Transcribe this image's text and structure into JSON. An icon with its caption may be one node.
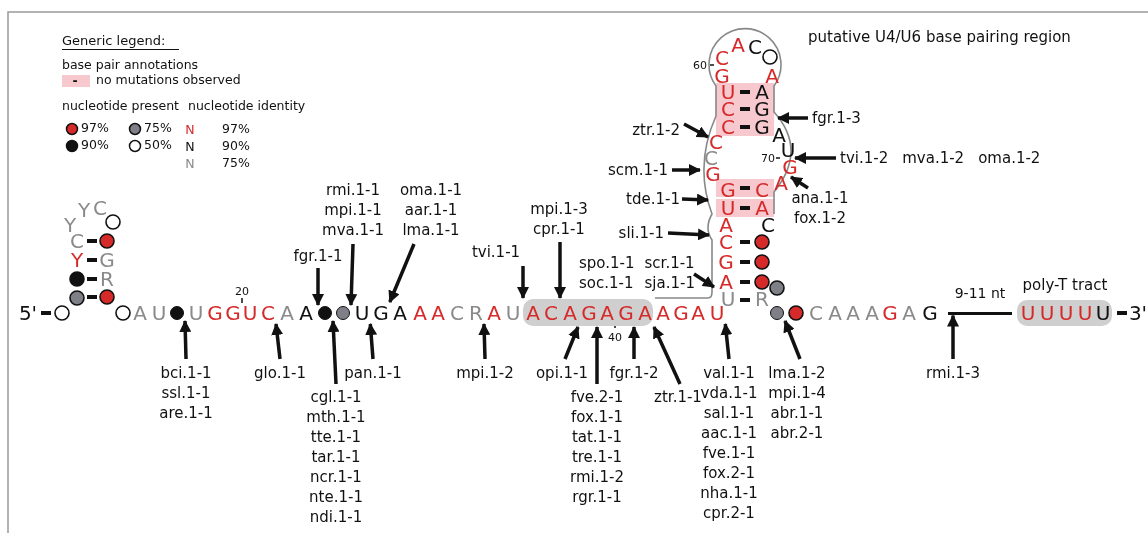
{
  "diagram": {
    "nodes": [
      {
        "text": [
          "A",
          "C",
          "C",
          "G",
          "A",
          "U",
          "A",
          "C",
          "G",
          "C",
          "G",
          "A",
          "C",
          "U",
          "C",
          "G",
          "G",
          "A",
          "G",
          "C",
          "U",
          "A",
          "A",
          "C",
          "C",
          "G",
          "A",
          "U",
          "R",
          "60",
          "70"
        ],
        "beside": [
          "putative U4/U6 base pairing region"
        ]
      },
      {
        "text": [
          "A",
          "C",
          "A",
          "G",
          "A",
          "G",
          "A"
        ]
      },
      {
        "text": [
          "poly-T tract",
          "U",
          "U",
          "U",
          "U",
          "U"
        ]
      },
      {
        "text": [
          "fgr.1-3"
        ]
      },
      {
        "text": [
          "ztr.1-2"
        ]
      },
      {
        "text": [
          "tvi.1-2",
          "mva.1-2",
          "oma.1-2"
        ]
      },
      {
        "text": [
          "scm.1-1"
        ]
      },
      {
        "text": [
          "rmi.1-1",
          "mpi.1-1",
          "mva.1-1"
        ]
      },
      {
        "text": [
          "oma.1-1",
          "aar.1-1",
          "lma.1-1"
        ]
      },
      {
        "text": [
          "tde.1-1"
        ]
      },
      {
        "text": [
          "ana.1-1",
          "fox.1-2"
        ]
      },
      {
        "text": [
          "mpi.1-3",
          "cpr.1-1"
        ]
      },
      {
        "text": [
          "sli.1-1"
        ]
      },
      {
        "text": [
          "fgr.1-1"
        ]
      },
      {
        "text": [
          "tvi.1-1"
        ]
      },
      {
        "text": [
          "spo.1-1",
          "scr.1-1",
          "soc.1-1",
          "sja.1-1"
        ]
      },
      {
        "text": [
          "bci.1-1",
          "ssl.1-1",
          "are.1-1"
        ]
      },
      {
        "text": [
          "glo.1-1"
        ]
      },
      {
        "text": [
          "pan.1-1"
        ]
      },
      {
        "text": [
          "mpi.1-2"
        ]
      },
      {
        "text": [
          "opi.1-1"
        ]
      },
      {
        "text": [
          "fgr.1-2"
        ]
      },
      {
        "text": [
          "val.1-1",
          "vda.1-1",
          "sal.1-1",
          "aac.1-1",
          "fve.1-1",
          "fox.2-1",
          "nha.1-1",
          "cpr.2-1"
        ]
      },
      {
        "text": [
          "lma.1-2",
          "mpi.1-4",
          "abr.1-1",
          "abr.2-1"
        ]
      },
      {
        "text": [
          "rmi.1-3"
        ]
      },
      {
        "text": [
          "cgl.1-1",
          "mth.1-1",
          "tte.1-1",
          "tar.1-1",
          "ncr.1-1",
          "nte.1-1",
          "ndi.1-1"
        ]
      },
      {
        "text": [
          "fve.2-1",
          "fox.1-1",
          "tat.1-1",
          "tre.1-1",
          "rmi.1-2",
          "rgr.1-1"
        ]
      },
      {
        "text": [
          "ztr.1-1"
        ]
      },
      {
        "text": [],
        "shape": "circle"
      },
      {
        "text": [
          "C"
        ]
      },
      {
        "text": [],
        "shape": "circle"
      },
      {
        "text": [],
        "shape": "circle"
      },
      {
        "text": [
          "U"
        ]
      },
      {
        "text": [
          "G"
        ]
      },
      {
        "text": [
          "R"
        ]
      },
      {
        "text": [],
        "shape": "circle"
      },
      {
        "text": [],
        "shape": "bar"
      },
      {
        "text": [
          "U"
        ]
      }
    ],
    "edges": [
      {
        "from": 3,
        "to": 0,
        "arrow": "to"
      },
      {
        "from": 4,
        "to": 0,
        "arrow": "to"
      },
      {
        "from": 5,
        "to": 0,
        "arrow": "to"
      },
      {
        "from": 6,
        "to": 0,
        "arrow": "to"
      },
      {
        "from": 7,
        "to": 31,
        "arrow": "to"
      },
      {
        "from": 8,
        "to": 33,
        "arrow": "to"
      },
      {
        "from": 9,
        "to": 0,
        "arrow": "to"
      },
      {
        "from": 10,
        "to": 0,
        "arrow": "to"
      },
      {
        "from": 11,
        "to": 1,
        "arrow": "to"
      },
      {
        "from": 12,
        "to": 0,
        "arrow": "to"
      },
      {
        "from": 13,
        "to": 30,
        "arrow": "to"
      },
      {
        "from": 14,
        "to": 1,
        "arrow": "to"
      },
      {
        "from": 15,
        "to": 0,
        "arrow": "to"
      },
      {
        "from": 16,
        "to": 28,
        "arrow": "to"
      },
      {
        "from": 17,
        "to": 29,
        "arrow": "to"
      },
      {
        "from": 18,
        "to": 32,
        "arrow": "to"
      },
      {
        "from": 19,
        "to": 34,
        "arrow": "to"
      },
      {
        "from": 20,
        "to": 1,
        "arrow": "to"
      },
      {
        "from": 21,
        "to": 1,
        "arrow": "to"
      },
      {
        "from": 22,
        "to": 37,
        "arrow": "to"
      },
      {
        "from": 23,
        "to": 35,
        "arrow": "to"
      },
      {
        "from": 24,
        "to": 36,
        "arrow": "to"
      },
      {
        "from": 25,
        "to": 30,
        "arrow": "to"
      },
      {
        "from": 26,
        "to": 1,
        "arrow": "to"
      },
      {
        "from": 27,
        "to": 1,
        "arrow": "to"
      }
    ],
    "labels": [
      "Generic legend:",
      "base pair annotations",
      "-",
      "nucleotide present",
      "nucleotide identity",
      "N",
      "N",
      "N",
      "Y",
      "C",
      "Y",
      "C",
      "Y",
      "G",
      "R",
      "5'",
      "A",
      "U",
      "U",
      "G",
      "20",
      "G",
      "U",
      "A",
      "A",
      "A",
      "A",
      "A",
      "C",
      "A",
      "U",
      "A",
      "G",
      "A",
      "40",
      "C",
      "A",
      "A",
      "A",
      "G",
      "A",
      "G",
      "9-11 nt",
      "3'"
    ],
    "legend": [
      {
        "text": "no mutations observed",
        "color": "#f7c9cf"
      },
      {
        "text": "97%",
        "color": "#d62a2a"
      },
      {
        "text": "75%",
        "color": "#7f7f88"
      },
      {
        "text": "90%",
        "color": "#111111"
      },
      {
        "text": "50%",
        "color": "#ffffff"
      },
      {
        "text": "97%"
      },
      {
        "text": "90%"
      },
      {
        "text": "75%"
      }
    ]
  }
}
